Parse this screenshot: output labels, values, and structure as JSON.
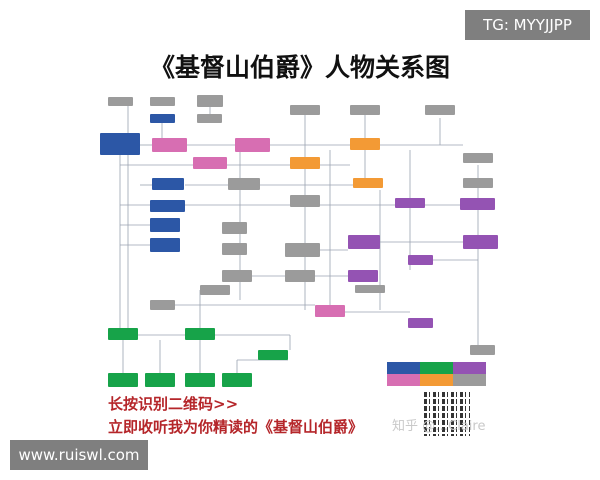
{
  "badges": {
    "top_right": "TG: MYYJJPP",
    "bottom_left": "www.ruiswl.com"
  },
  "title": "《基督山伯爵》人物关系图",
  "diagram": {
    "palette": {
      "blue": "#2c57a6",
      "green": "#17a349",
      "purple": "#9453b3",
      "pink": "#d76eb2",
      "orange": "#f39a35",
      "gray": "#9b9b9b"
    }
  },
  "cta": {
    "line1": "长按识别二维码>>",
    "line2": "立即收听我为你精读的《基督山伯爵》"
  },
  "watermark": "知乎 @…Claire"
}
